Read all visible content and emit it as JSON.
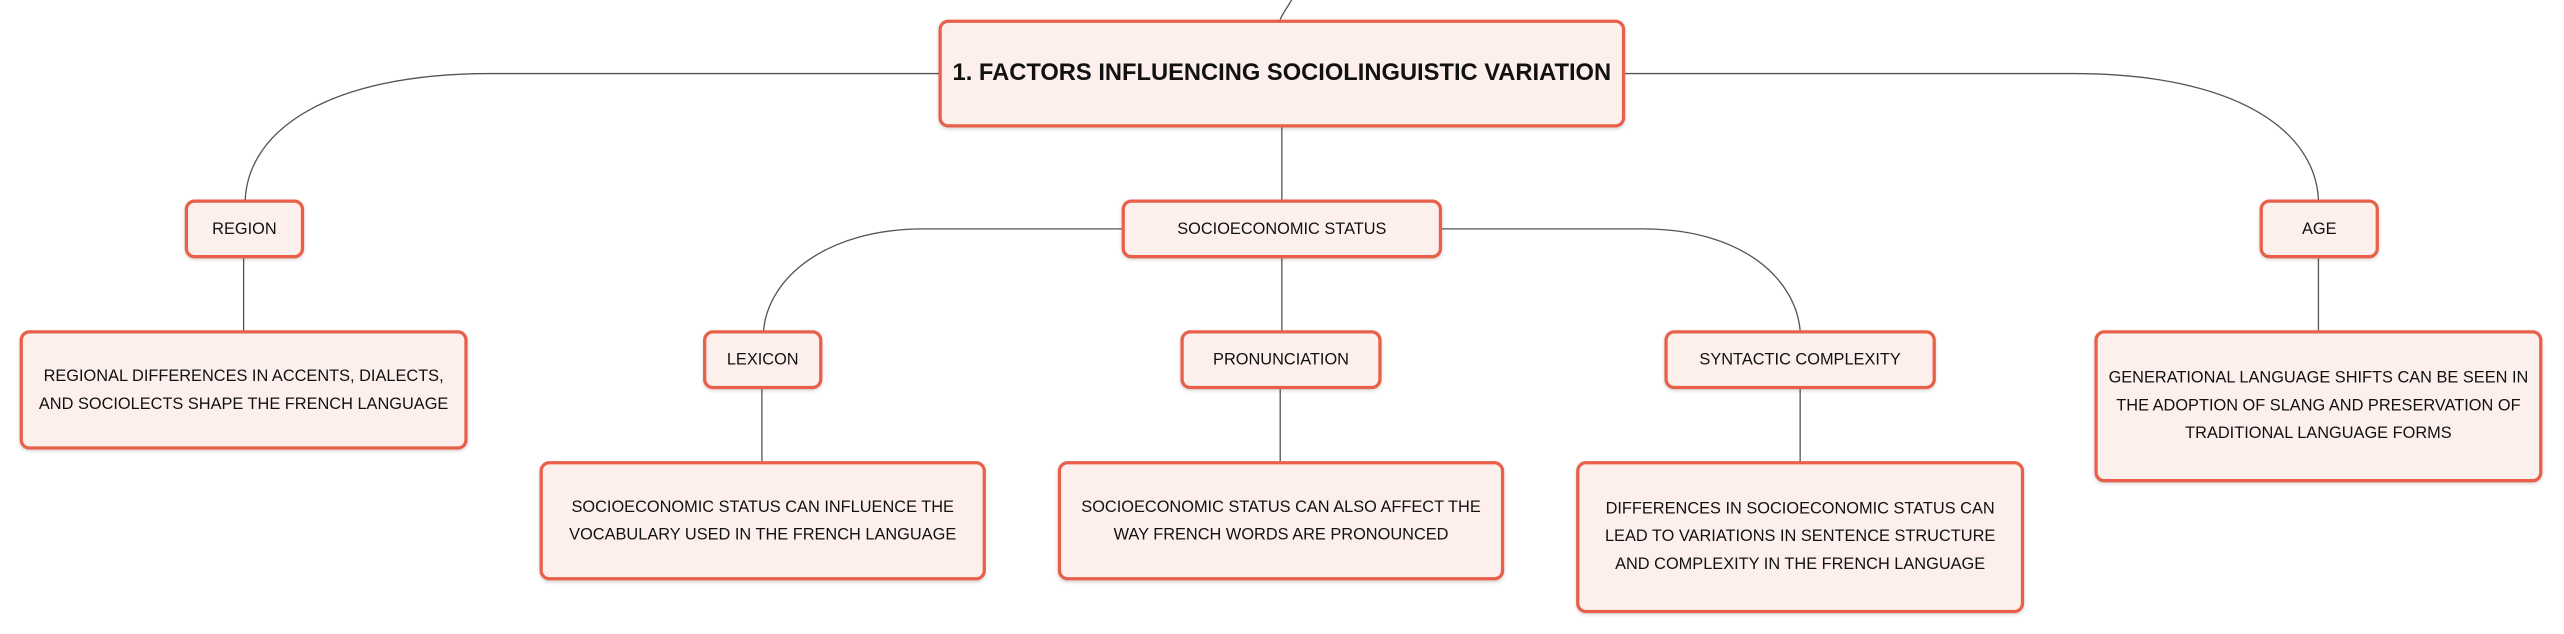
{
  "root": {
    "label": "1. FACTORS INFLUENCING SOCIOLINGUISTIC VARIATION"
  },
  "region": {
    "label": "REGION",
    "detail": "REGIONAL DIFFERENCES IN ACCENTS, DIALECTS, AND SOCIOLECTS SHAPE THE FRENCH LANGUAGE"
  },
  "ses": {
    "label": "SOCIOECONOMIC STATUS",
    "lexicon": {
      "label": "LEXICON",
      "detail": "SOCIOECONOMIC STATUS CAN INFLUENCE THE VOCABULARY USED IN THE FRENCH LANGUAGE"
    },
    "pronunciation": {
      "label": "PRONUNCIATION",
      "detail": "SOCIOECONOMIC STATUS CAN ALSO AFFECT THE WAY FRENCH WORDS ARE PRONOUNCED"
    },
    "syntax": {
      "label": "SYNTACTIC COMPLEXITY",
      "detail": "DIFFERENCES IN SOCIOECONOMIC STATUS CAN LEAD TO VARIATIONS IN SENTENCE STRUCTURE AND COMPLEXITY IN THE FRENCH LANGUAGE"
    }
  },
  "age": {
    "label": "AGE",
    "detail": "GENERATIONAL LANGUAGE SHIFTS CAN BE SEEN IN THE ADOPTION OF SLANG AND PRESERVATION OF TRADITIONAL LANGUAGE FORMS"
  },
  "colors": {
    "border": "#e8604a",
    "fill": "#fdf0ec",
    "line": "#555555"
  }
}
